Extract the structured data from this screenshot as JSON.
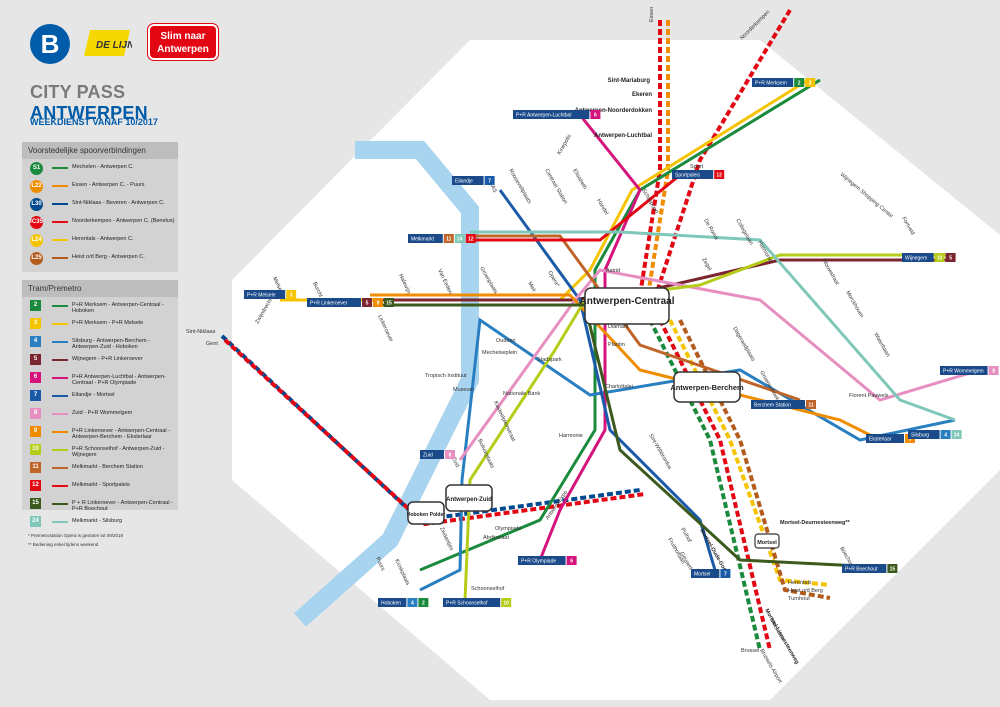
{
  "header": {
    "logo_letter": "B",
    "logo_dl_text": "DE LIJN",
    "badge_line1": "Slim naar",
    "badge_line2": "Antwerpen",
    "title_part1": "CITY PASS",
    "title_part2": "ANTWERPEN",
    "subtitle": "WEEKDIENST VANAF 10/2017"
  },
  "rail_legend": {
    "heading": "Voorstedelijke spoorverbindingen",
    "items": [
      {
        "code": "S1",
        "color": "#1a8a3c",
        "text": "Mechelen - Antwerpen C."
      },
      {
        "code": "L22",
        "color": "#f08c00",
        "text": "Essen - Antwerpen C. - Puurs"
      },
      {
        "code": "L30",
        "color": "#004a8f",
        "text": "Sint-Niklaas - Beveren - Antwerpen C."
      },
      {
        "code": "IC35",
        "color": "#e30613",
        "text": "Noorderkempen - Antwerpen C. (Benelux)"
      },
      {
        "code": "L24",
        "color": "#f5c400",
        "text": "Herentals - Antwerpen C."
      },
      {
        "code": "L25",
        "color": "#b35c1e",
        "text": "Heist o/d Berg - Antwerpen C."
      }
    ]
  },
  "tram_legend": {
    "heading": "Tram/Premetro",
    "items": [
      {
        "code": "2",
        "color": "#1a8a3c",
        "text": "P+R Merksem - Antwerpen-Centraal - Hoboken"
      },
      {
        "code": "3",
        "color": "#f5c400",
        "text": "P+R Merksem - P+R Melsele"
      },
      {
        "code": "4",
        "color": "#2a7fc1",
        "text": "Silsburg - Antwerpen-Berchem - Antwerpen-Zuid - Hoboken"
      },
      {
        "code": "5",
        "color": "#7a2530",
        "text": "Wijnegem - P+R Linkeroever"
      },
      {
        "code": "6",
        "color": "#d4147c",
        "text": "P+R Antwerpen-Luchtbal - Antwerpen-Centraal - P+R Olympiade"
      },
      {
        "code": "7",
        "color": "#1a5aa8",
        "text": "Eilandje - Mortsel"
      },
      {
        "code": "8",
        "color": "#e68fc0",
        "text": "Zuid - P+R Wommelgem"
      },
      {
        "code": "9",
        "color": "#f08c00",
        "text": "P+R Linkeroever - Antwerpen-Centraal - Antwerpen-Berchem - Eksterlaar"
      },
      {
        "code": "10",
        "color": "#b5cc18",
        "text": "P+R Schoonselhof - Antwerpen-Zuid - Wijnegem"
      },
      {
        "code": "11",
        "color": "#c0652a",
        "text": "Melkmarkt - Berchem Station"
      },
      {
        "code": "12",
        "color": "#e30613",
        "text": "Melkmarkt - Sportpaleis"
      },
      {
        "code": "15",
        "color": "#3d5a1e",
        "text": "P + R Linkeroever - Antwerpen-Centraal - P+R Boechout"
      },
      {
        "code": "24",
        "color": "#7fc7b8",
        "text": "Melkmarkt - Silsburg"
      }
    ],
    "note1": "* Premetrostation Opera is gesloten tot 09/2018",
    "note2": "** Bediening enkel tijdens weekend"
  },
  "stations": {
    "central": "Antwerpen-Centraal",
    "berchem": "Antwerpen-Berchem",
    "zuid": "Antwerpen-Zuid",
    "hoboken": "Hoboken Polder",
    "noorderdokken": "Antwerpen-Noorderdokken",
    "luchtbal": "Antwerpen-Luchtbal",
    "mortsel_oude_god": "Mortsel-Oude-God",
    "mortsel": "Mortsel",
    "deurne": "Mortsel-Deurnesteenweg**",
    "liersesteenweg": "Mortsel-Liersesteenweg",
    "sint_mariaburg": "Sint-Mariaburg",
    "ekeren": "Ekeren"
  },
  "labels": {
    "astrid": "Astrid",
    "diamant": "Diamant",
    "plantin": "Plantin",
    "opera": "Opera*",
    "meir": "Meir",
    "groenplaats": "Groenplaats",
    "oudaan": "Oudaan",
    "mechelseplein": "Mechelseplein",
    "stadspark": "Stadspark",
    "charlottalei": "Charlottalei",
    "nationale_bank": "Nationale Bank",
    "museum": "Museum",
    "tropisch": "Tropisch Instituut",
    "harmonie": "Harmonie",
    "kasteelpleinstraat": "Kasteelpleinstraat",
    "bolivarplaats": "Bolivarplaats",
    "zuid": "Zuid",
    "olympiade": "Olympiade",
    "abdijstraat": "Abdijstraat",
    "antwerp_expo": "Antwerp Expo",
    "schoonselhof": "Schoonselhof",
    "zwaantjes": "Zwaantjes",
    "kioskplaats": "Kioskplaats",
    "puurs": "Puurs",
    "melsele": "Melsele",
    "zwijndrecht": "Zwijndrecht",
    "burcht": "Burcht",
    "linkeroever": "Linkeroever",
    "halewijn": "Halewijn",
    "van_eeden": "Van Eeden",
    "sint_niklaas": "Sint-Niklaas",
    "gent": "Gent",
    "mas": "MAS",
    "roosevelt": "Rooseveltplaats",
    "centraal_station": "Centraal Station",
    "elisabeth": "Elisabeth",
    "handel": "Handel",
    "schijnpoort": "Schijnpoort",
    "de_roma": "De Roma",
    "sport": "Sport",
    "zegel": "Zegel",
    "collegelaan": "Collegelaan",
    "florent_pauwels": "Florent Pauwels",
    "wouwstraat": "Wouwstraat",
    "waterbaan": "Waterbaan",
    "morckhoven": "Morckhoven",
    "groenenhoek": "Groenenhoek",
    "harmonie_b": "Harmonie",
    "sint_willibrordus": "Sint-Willibrordus",
    "pulhof": "Pulhof",
    "fruithoflaan": "Fruithoflaan",
    "gevaert": "Gevaert",
    "herentals": "Herentals",
    "heist": "Heist o/d Berg",
    "turnhout": "Turnhout",
    "brussel": "Brussel",
    "brussels_airport": "Brussels Airport",
    "mechelen": "Mechelen",
    "kinepolis": "Kinepolis",
    "essen": "Essen",
    "noorderkempen": "Noorderkempen",
    "wijnegem_sc": "Wijnegem Shopping Center",
    "fortveld": "Fortveld",
    "boechout": "Boechout",
    "dageraadplaats": "Dageraadplaats"
  },
  "terminals": {
    "merksem": {
      "text": "P+R Merksem",
      "codes": [
        "2",
        "3"
      ]
    },
    "luchtbal": {
      "text": "P+R Antwerpen-Luchtbal",
      "codes": [
        "6"
      ]
    },
    "eilandje": {
      "text": "Eilandje",
      "codes": [
        "7"
      ]
    },
    "sportpaleis": {
      "text": "Sportpaleis",
      "codes": [
        "12"
      ]
    },
    "melkmarkt": {
      "text": "Melkmarkt",
      "codes": [
        "11",
        "24",
        "12"
      ]
    },
    "wijnegem": {
      "text": "Wijnegem",
      "codes": [
        "10",
        "5"
      ]
    },
    "melsele": {
      "text": "P+R Melsele",
      "codes": [
        "3"
      ]
    },
    "linkeroever": {
      "text": "P+R Linkeroever",
      "codes": [
        "5",
        "9",
        "15"
      ]
    },
    "wommelgem": {
      "text": "P+R Wommelgem",
      "codes": [
        "8"
      ]
    },
    "berchem_station": {
      "text": "Berchem Station",
      "codes": [
        "11"
      ]
    },
    "eksterlaar": {
      "text": "Eksterlaar",
      "codes": [
        "9"
      ]
    },
    "silsburg": {
      "text": "Silsburg",
      "codes": [
        "4",
        "24"
      ]
    },
    "zuid": {
      "text": "Zuid",
      "codes": [
        "8"
      ]
    },
    "olympiade": {
      "text": "P+R Olympiade",
      "codes": [
        "6"
      ]
    },
    "hoboken": {
      "text": "Hoboken",
      "codes": [
        "4",
        "2"
      ]
    },
    "schoonselhof": {
      "text": "P+R Schoonselhof",
      "codes": [
        "10"
      ]
    },
    "mortsel": {
      "text": "Mortsel",
      "codes": [
        "7"
      ]
    },
    "boechout": {
      "text": "P+R Boechout",
      "codes": [
        "15"
      ]
    }
  },
  "colors": {
    "background": "#e6e6e6",
    "map_area": "#ffffff",
    "river": "#a9d4ef",
    "blue": "#005ba9",
    "red": "#e30613"
  }
}
